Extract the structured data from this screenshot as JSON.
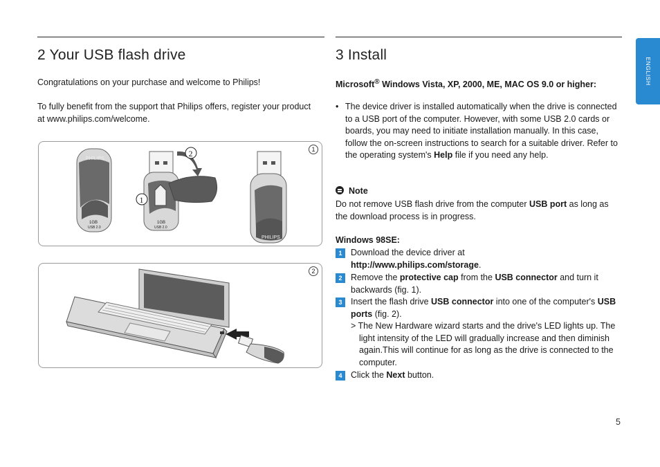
{
  "side_tab": {
    "label": "ENGLISH"
  },
  "left": {
    "heading": "2  Your USB flash drive",
    "intro": "Congratulations on your purchase and welcome to Philips!",
    "register": "To fully benefit from the support that Philips offers, register your product at www.philips.com/welcome.",
    "figure1": {
      "number": "1",
      "callout1": "1",
      "callout2": "2",
      "brand": "PHILIPS",
      "capacity": "1GB",
      "usb": "USB 2.0"
    },
    "figure2": {
      "number": "2"
    }
  },
  "right": {
    "heading": "3  Install",
    "ms_title_a": "Microsoft",
    "ms_title_reg": "®",
    "ms_title_b": " Windows Vista, XP, 2000, ME, MAC OS 9.0 or higher:",
    "bullet_dot": "•",
    "bullet_a": "The device driver is installed automatically when the drive is connected to a USB port of the computer. However, with some USB 2.0 cards or boards, you may need to initiate installation manually. In this case, follow the on-screen instructions to search for a suitable driver. Refer to the operating system's ",
    "bullet_bold": "Help",
    "bullet_b": " file if you need any help.",
    "note_title": "Note",
    "note_a": "Do not remove USB flash drive from the computer ",
    "note_bold": "USB port",
    "note_b": " as long as the download process is in progress.",
    "win98_title": "Windows 98SE:",
    "steps": [
      {
        "num": "1",
        "a": "Download the device driver at",
        "bold": "http://www.philips.com/storage",
        "b": "."
      },
      {
        "num": "2",
        "a": "Remove the ",
        "bold1": "protective cap",
        "mid": " from the ",
        "bold2": "USB connector",
        "b": " and turn it backwards (fig. 1)."
      },
      {
        "num": "3",
        "a": "Insert the flash drive ",
        "bold1": "USB connector",
        "mid": " into one of the computer's ",
        "bold2": "USB ports",
        "b": " (fig. 2)."
      },
      {
        "num": "4",
        "a": "Click the ",
        "bold": "Next",
        "b": " button."
      }
    ],
    "substep": "> The New Hardware wizard starts and the drive's LED lights up. The light intensity of the LED will gradually increase and then diminish again.This will continue for as long as the drive is connected to the computer."
  },
  "page_number": "5"
}
